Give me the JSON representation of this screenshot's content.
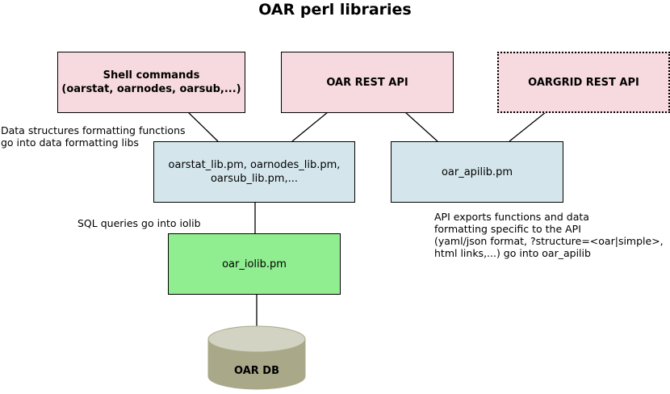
{
  "title": "OAR perl libraries",
  "boxes": {
    "shell": "Shell commands\n(oarstat, oarnodes, oarsub,...)",
    "rest": "OAR REST API",
    "oargrid": "OARGRID REST API",
    "libs": "oarstat_lib.pm, oarnodes_lib.pm,\noarsub_lib.pm,...",
    "apilib": "oar_apilib.pm",
    "iolib": "oar_iolib.pm",
    "db": "OAR DB"
  },
  "notes": {
    "formatting": "Data structures formatting functions\ngo into data formatting libs",
    "sql": "SQL queries go into iolib",
    "api": "API exports functions and data\nformatting specific to the API\n(yaml/json format, ?structure=<oar|simple>,\nhtml links,...) go into oar_apilib"
  },
  "colors": {
    "pink": "#f7dadf",
    "blue": "#d4e6ec",
    "green": "#90ee90",
    "db_body": "#a9a98a",
    "db_top": "#d3d3c3"
  }
}
